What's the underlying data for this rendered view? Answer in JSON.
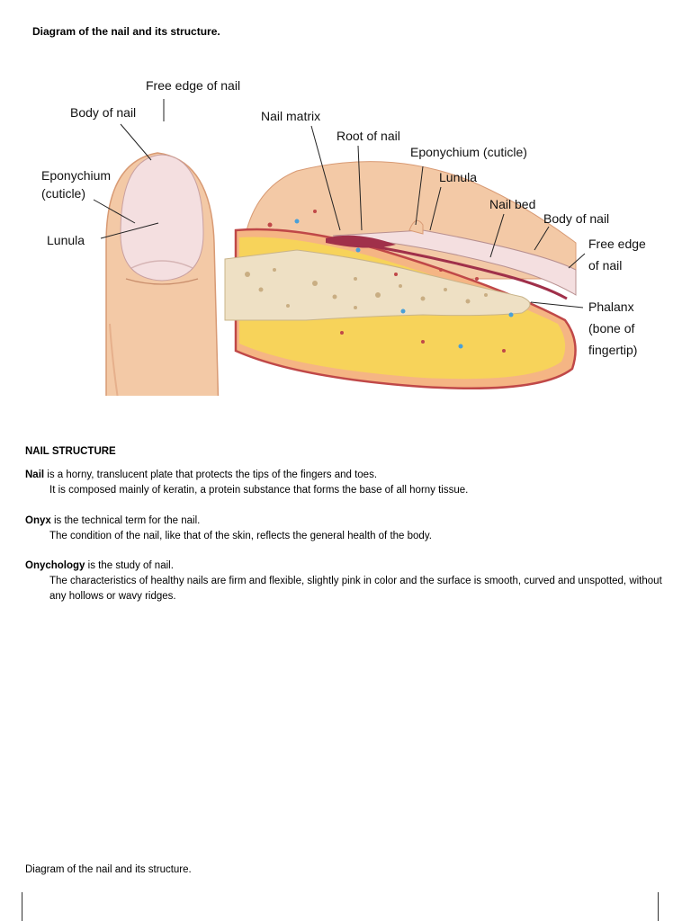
{
  "heading": "Diagram of the nail and its structure.",
  "diagram_labels": {
    "free_edge_top": "Free edge of nail",
    "body_left": "Body of nail",
    "eponychium_left_1": "Eponychium",
    "eponychium_left_2": "(cuticle)",
    "lunula_left": "Lunula",
    "nail_matrix": "Nail matrix",
    "root": "Root of nail",
    "eponychium_right": "Eponychium (cuticle)",
    "lunula_right": "Lunula",
    "nail_bed": "Nail bed",
    "body_right": "Body of nail",
    "free_edge_right_1": "Free edge",
    "free_edge_right_2": "of nail",
    "phalanx_1": "Phalanx",
    "phalanx_2": "(bone of",
    "phalanx_3": "fingertip)"
  },
  "nail_structure": {
    "title": "NAIL STRUCTURE",
    "p1_term": "Nail",
    "p1_rest": " is a horny, translucent plate that protects the tips of the fingers and toes.",
    "p1_line2": "It is composed mainly of keratin, a protein substance that forms the base of all horny tissue.",
    "p2_term": "Onyx",
    "p2_rest": " is the technical term for the nail.",
    "p2_line2": "The condition of the nail, like that of the skin, reflects the general health of the body.",
    "p3_term": "Onychology",
    "p3_rest": " is the study of nail.",
    "p3_line2": "The characteristics of healthy nails are firm and flexible, slightly pink in color and the surface is smooth, curved and unspotted, without any hollows or wavy ridges."
  },
  "footer_heading": "Diagram of the nail and its structure.",
  "colors": {
    "skin": "#f3c9a6",
    "fat": "#f7d35a",
    "nail": "#f4dfe0",
    "matrix": "#a0304a",
    "bone": "#eee0c4",
    "outline": "#c04848"
  }
}
